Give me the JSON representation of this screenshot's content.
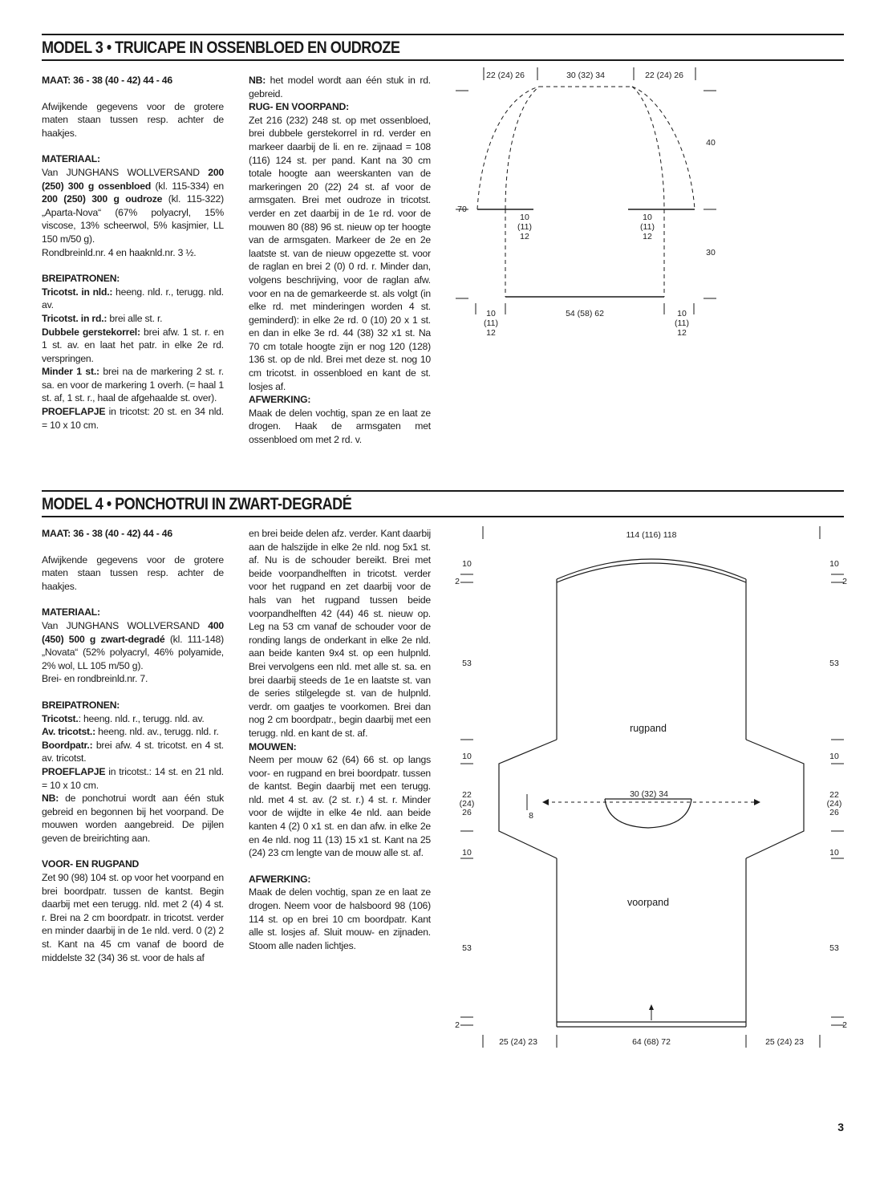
{
  "model3": {
    "title": "MODEL 3 • TRUICAPE IN OSSENBLOED EN OUDROZE",
    "col1": {
      "maat": "MAAT: 36 - 38 (40 - 42) 44 - 46",
      "intro": "Afwijkende gegevens voor de grotere maten staan tussen resp. achter de haakjes.",
      "materiaal_h": "MATERIAAL:",
      "mat_1": "Van JUNGHANS WOLLVERSAND ",
      "mat_2": "200 (250) 300 g ossenbloed",
      "mat_3": " (kl. 115-334) en ",
      "mat_4": "200 (250) 300 g oudroze",
      "mat_5": " (kl. 115-322) „Aparta-Nova“ (67% polyacryl, 15% viscose, 13% scheerwol, 5% kasjmier, LL 150 m/50 g).",
      "mat_6": "Rondbreinld.nr. 4 en haaknld.nr. 3 ½.",
      "breipatronen_h": "BREIPATRONEN:",
      "p1_label": "Tricotst. in nld.:",
      "p1_text": " heeng. nld. r., terugg. nld. av.",
      "p2_label": "Tricotst. in rd.:",
      "p2_text": " brei alle st. r.",
      "p3_label": "Dubbele gerstekorrel:",
      "p3_text": " brei afw. 1 st. r. en 1 st. av. en laat het patr. in elke 2e rd. verspringen.",
      "p4_label": "Minder 1 st.:",
      "p4_text": " brei na de markering 2 st. r. sa. en voor de markering 1 overh. (= haal 1 st. af, 1 st. r., haal de afgehaalde st. over).",
      "p5_label": "PROEFLAPJE",
      "p5_text": " in tricotst: 20 st. en 34 nld. = 10 x 10 cm."
    },
    "col2": {
      "nb_label": "NB:",
      "nb_text": " het model wordt aan één stuk in rd. gebreid.",
      "rug_h": "RUG- EN VOORPAND:",
      "rug_text": "Zet 216 (232) 248 st. op met ossenbloed, brei dubbele gerstekorrel in rd. verder en markeer daarbij de li. en re. zijnaad = 108 (116) 124 st. per pand. Kant na 30 cm totale hoogte aan weerskanten van de markeringen 20 (22) 24 st. af voor de armsgaten. Brei met oudroze in tricotst. verder en zet daarbij in de 1e rd. voor de mouwen 80 (88) 96 st. nieuw op ter hoogte van de armsgaten. Markeer de 2e en 2e laatste st. van de nieuw opgezette st. voor de raglan en brei 2 (0) 0 rd. r. Minder dan, volgens beschrijving, voor de raglan afw. voor en na de gemarkeerde st. als volgt (in elke rd. met minderingen worden 4 st. geminderd): in elke 2e rd. 0 (10) 20 x 1 st. en dan in elke 3e rd. 44 (38) 32 x1 st. Na 70 cm totale hoogte zijn er nog 120 (128) 136 st. op de nld. Brei met deze st. nog 10 cm tricotst. in ossenbloed en kant de st. losjes af.",
      "afw_h": "AFWERKING:",
      "afw_text": "Maak de delen vochtig, span ze en laat ze drogen. Haak de armsgaten met ossenbloed om met 2 rd. v."
    },
    "diagram": {
      "top_left": "22 (24) 26",
      "top_mid": "30 (32) 34",
      "top_right": "22 (24) 26",
      "right_upper": "40",
      "left_70": "70",
      "right_lower": "30",
      "under_left": [
        "10",
        "(11)",
        "12"
      ],
      "under_right": [
        "10",
        "(11)",
        "12"
      ],
      "bottom_left": [
        "10",
        "(11)",
        "12"
      ],
      "bottom_mid": "54 (58) 62",
      "bottom_right": [
        "10",
        "(11)",
        "12"
      ]
    }
  },
  "model4": {
    "title": "MODEL 4 • PONCHOTRUI IN ZWART-DEGRADÉ",
    "col1": {
      "maat": "MAAT: 36 - 38 (40 - 42) 44 - 46",
      "intro": "Afwijkende gegevens voor de grotere maten staan tussen resp. achter de haakjes.",
      "materiaal_h": "MATERIAAL:",
      "mat_1": "Van JUNGHANS WOLLVERSAND ",
      "mat_2": "400 (450) 500 g zwart-degradé",
      "mat_3": " (kl. 111-148) „Novata“ (52% polyacryl, 46% polyamide, 2% wol, LL 105 m/50 g).",
      "mat_4": "Brei- en rondbreinld.nr. 7.",
      "breipatronen_h": "BREIPATRONEN:",
      "p1_label": "Tricotst.",
      "p1_text": ": heeng. nld. r., terugg. nld. av.",
      "p2_label": "Av. tricotst.:",
      "p2_text": " heeng. nld. av., terugg. nld. r.",
      "p3_label": "Boordpatr.:",
      "p3_text": " brei afw. 4 st. tricotst. en 4 st. av. tricotst.",
      "p4_label": "PROEFLAPJE",
      "p4_text": " in tricotst.: 14 st. en 21 nld. = 10 x 10 cm.",
      "nb_label": "NB:",
      "nb_text": " de ponchotrui wordt aan één stuk gebreid en begonnen bij het voorpand. De mouwen worden aangebreid. De pijlen geven de breirichting aan.",
      "voor_h": "VOOR- EN RUGPAND",
      "voor_text": "Zet 90 (98) 104 st. op voor het voorpand en brei boordpatr. tussen de kantst. Begin daarbij met een terugg. nld. met 2 (4) 4 st. r. Brei na 2 cm boordpatr. in tricotst. verder en minder daarbij in de 1e nld. verd. 0 (2) 2 st. Kant na 45 cm vanaf de boord de middelste 32 (34) 36 st. voor de hals af"
    },
    "col2": {
      "cont_text": "en brei beide delen afz. verder. Kant daarbij aan de halszijde in elke 2e nld. nog 5x1 st. af. Nu is de schouder bereikt. Brei met beide voorpandhelften in tricotst. verder voor het rugpand en zet daarbij voor de hals van het rugpand tussen beide voorpandhelften 42 (44) 46 st. nieuw op. Leg na 53 cm vanaf de schouder voor de ronding langs de onderkant in elke 2e nld. aan beide kanten 9x4 st. op een hulpnld. Brei vervolgens een nld. met alle st. sa. en brei daarbij steeds de 1e en laatste st. van de series stilgelegde st. van de hulpnld. verdr. om gaatjes te voorkomen. Brei dan nog 2 cm boordpatr., begin daarbij met een terugg. nld. en kant de st. af.",
      "mouwen_h": "MOUWEN:",
      "mouwen_text": "Neem per mouw 62 (64) 66 st. op langs voor- en rugpand en brei boordpatr. tussen de kantst. Begin daarbij met een terugg. nld. met 4 st. av. (2 st. r.) 4 st. r. Minder voor de wijdte in elke 4e nld. aan beide kanten 4 (2) 0 x1 st. en dan afw. in elke 2e en 4e nld. nog 11 (13) 15 x1 st. Kant na 25 (24) 23 cm lengte van de mouw alle st. af.",
      "afw_h": "AFWERKING:",
      "afw_text": "Maak de delen vochtig, span ze en laat ze drogen. Neem voor de halsboord 98 (106) 114 st. op en brei 10 cm boordpatr. Kant alle st. losjes af. Sluit mouw- en zijnaden. Stoom alle naden lichtjes."
    },
    "diagram": {
      "top_width": "114 (116) 118",
      "l_10_top": "10",
      "l_2_top": "2",
      "l_53_top": "53",
      "l_10_mid1": "10",
      "l_sleeve": [
        "22",
        "(24)",
        "26"
      ],
      "l_10_mid2": "10",
      "l_53_bot": "53",
      "l_2_bot": "2",
      "r_10_top": "10",
      "r_2_top": "2",
      "r_53_top": "53",
      "r_10_mid1": "10",
      "r_sleeve": [
        "22",
        "(24)",
        "26"
      ],
      "r_10_mid2": "10",
      "r_53_bot": "53",
      "r_2_bot": "2",
      "neck_width": "30 (32) 34",
      "neck_depth": "8",
      "label_back": "rugpand",
      "label_front": "voorpand",
      "bottom_left": "25 (24) 23",
      "bottom_mid": "64 (68) 72",
      "bottom_right": "25 (24) 23"
    }
  },
  "page_number": "3"
}
